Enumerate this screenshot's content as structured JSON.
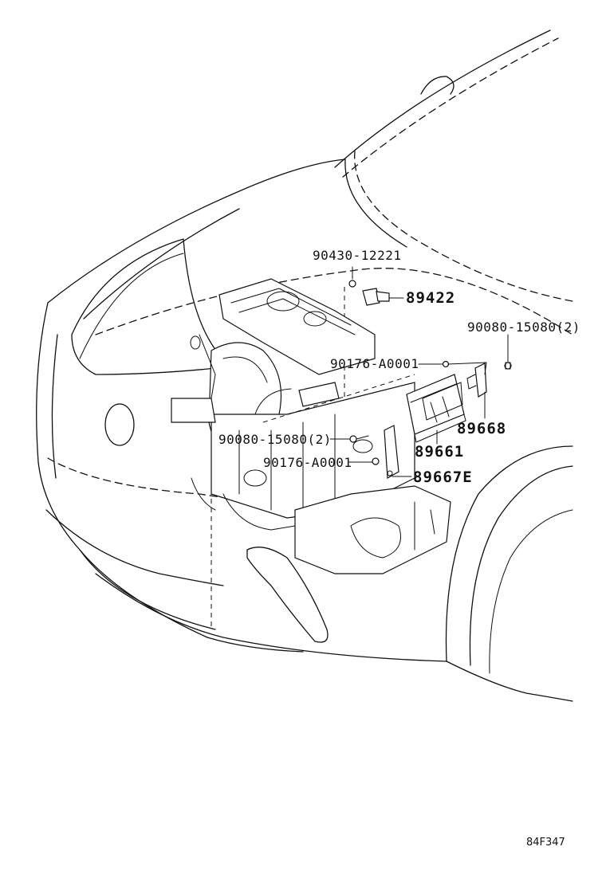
{
  "diagram": {
    "callouts": {
      "plug_90430": "90430-12221",
      "sensor_89422": "89422",
      "bolt_90080_upper": "90080-15080(2)",
      "clip_90176_upper": "90176-A0001",
      "bracket_89668": "89668",
      "bolt_90080_lower": "90080-15080(2)",
      "ecu_89661": "89661",
      "clip_90176_lower": "90176-A0001",
      "bracket_89667e": "89667E"
    },
    "figure_code": "84F347"
  }
}
